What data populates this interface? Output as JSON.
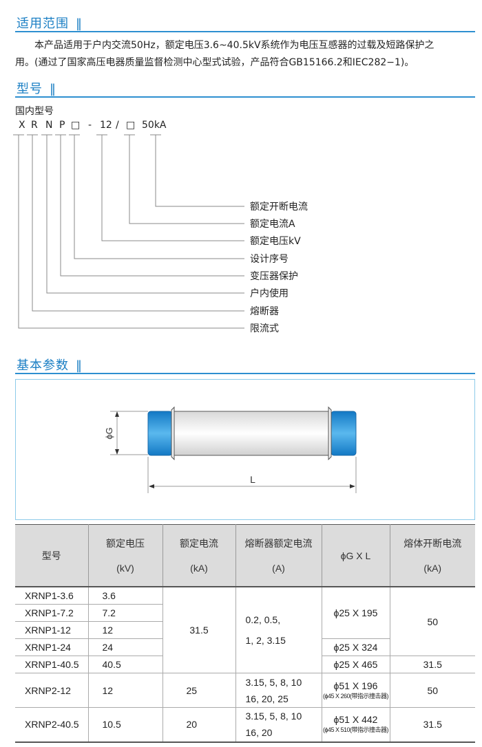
{
  "sections": {
    "scope": {
      "title": "适用范围",
      "bar": "‖"
    },
    "model": {
      "title": "型号",
      "bar": "‖"
    },
    "params": {
      "title": "基本参数",
      "bar": "‖"
    }
  },
  "scope_text": {
    "line1": "本产品适用于户内交流50Hz，额定电压3.6~40.5kV系统作为电压互感器的过载及短路保护之",
    "line2": "用。(通过了国家高压电器质量监督检测中心型式试验，产品符合GB15166.2和IEC282−1)。"
  },
  "model": {
    "subtitle": "国内型号",
    "code": [
      "X",
      "R",
      "N",
      "P",
      "□",
      "-",
      "12",
      "/",
      "□",
      "50kA"
    ],
    "labels": [
      "额定开断电流",
      "额定电流A",
      "额定电压kV",
      "设计序号",
      "变压器保护",
      "户内使用",
      "熔断器",
      "限流式"
    ]
  },
  "diagram": {
    "dim_g": "ϕG",
    "dim_l": "L",
    "cap_color": "#1a8fd6"
  },
  "table": {
    "headers": [
      {
        "l1": "型号",
        "l2": ""
      },
      {
        "l1": "额定电压",
        "l2": "(kV)"
      },
      {
        "l1": "额定电流",
        "l2": "(kA)"
      },
      {
        "l1": "熔断器额定电流",
        "l2": "(A)"
      },
      {
        "l1": "ϕG X L",
        "l2": ""
      },
      {
        "l1": "熔体开断电流",
        "l2": "(kA)"
      }
    ],
    "rows": [
      {
        "model": "XRNP1-3.6",
        "kv": "3.6"
      },
      {
        "model": "XRNP1-7.2",
        "kv": "7.2"
      },
      {
        "model": "XRNP1-12",
        "kv": "12"
      },
      {
        "model": "XRNP1-24",
        "kv": "24"
      },
      {
        "model": "XRNP1-40.5",
        "kv": "40.5"
      },
      {
        "model": "XRNP2-12",
        "kv": "12",
        "ka": "25",
        "a1": "3.15, 5, 8, 10",
        "a2": "16, 20, 25",
        "dim": "ϕ51 X 196",
        "dim_note": "(ϕ45 X 260(带指示撞击器)",
        "brk": "50"
      },
      {
        "model": "XRNP2-40.5",
        "kv": "10.5",
        "ka": "20",
        "a1": "3.15, 5, 8, 10",
        "a2": "16, 20",
        "dim": "ϕ51 X 442",
        "dim_note": "(ϕ45 X 510(带指示撞击器)",
        "brk": "31.5"
      }
    ],
    "group1": {
      "ka": "31.5",
      "a1": "0.2,  0.5,",
      "a2": "1,  2,  3.15",
      "dim_a": "ϕ25 X 195",
      "dim_b": "ϕ25 X 324",
      "dim_c": "ϕ25 X 465",
      "brk_a": "50",
      "brk_b": "31.5"
    }
  }
}
